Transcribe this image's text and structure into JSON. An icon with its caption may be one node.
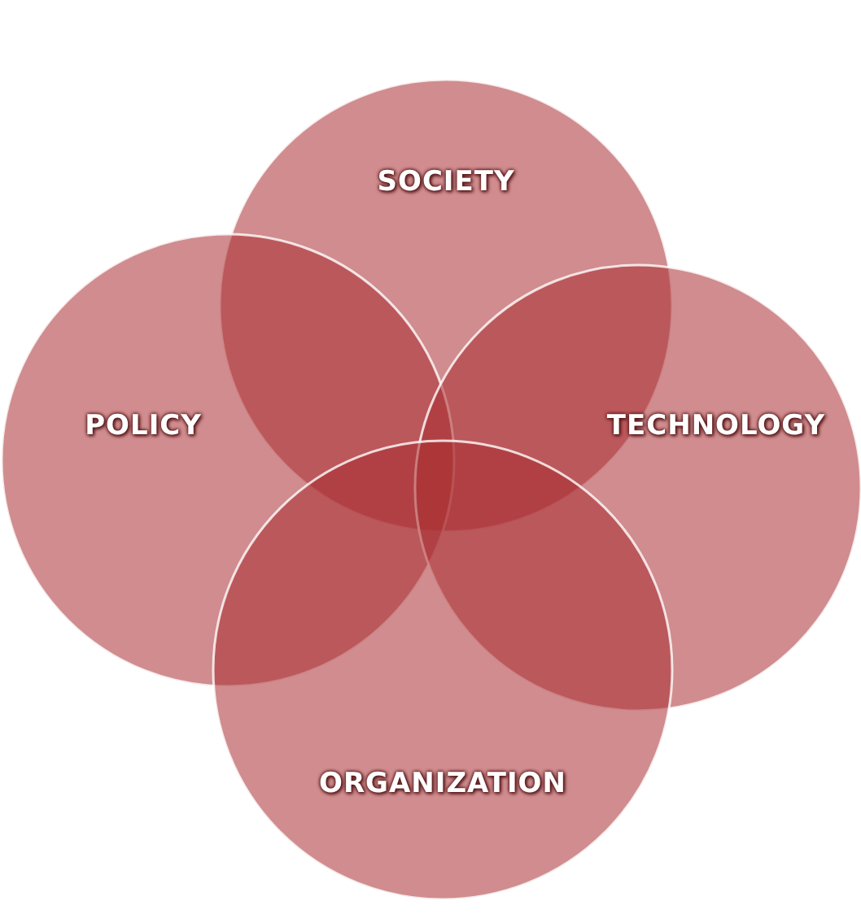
{
  "diagram": {
    "nodes": [
      {
        "text": [
          "SOCIETY"
        ]
      },
      {
        "text": [
          "POLICY"
        ]
      },
      {
        "text": [
          "TECHNOLOGY"
        ]
      },
      {
        "text": [
          "ORGANIZATION"
        ]
      }
    ]
  }
}
